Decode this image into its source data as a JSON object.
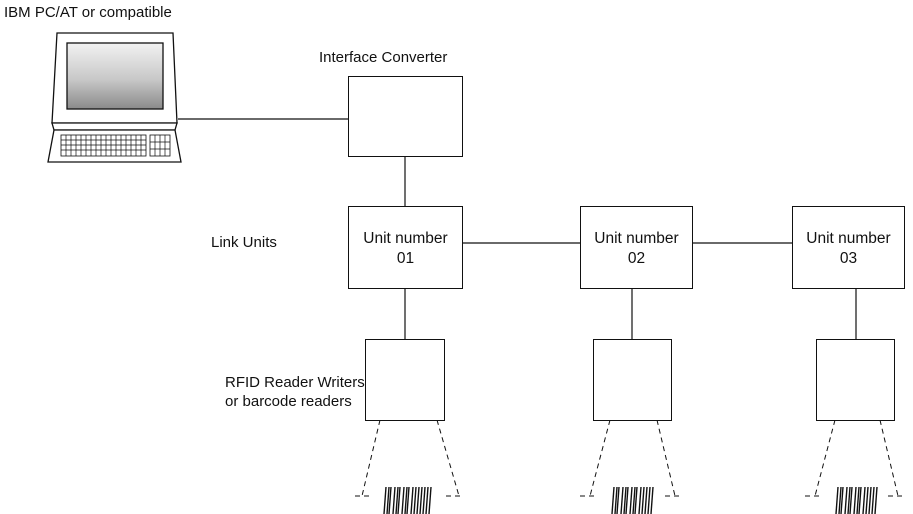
{
  "computer": {
    "label": "IBM PC/AT or compatible"
  },
  "converter": {
    "label": "Interface Converter"
  },
  "link_units": {
    "label": "Link Units",
    "units": [
      {
        "title": "Unit number",
        "number": "01"
      },
      {
        "title": "Unit number",
        "number": "02"
      },
      {
        "title": "Unit number",
        "number": "03"
      }
    ]
  },
  "readers": {
    "label_line1": "RFID Reader Writers",
    "label_line2": "or barcode readers"
  },
  "colors": {
    "line": "#111111",
    "screen_grad_top": "#f4f4f4",
    "screen_grad_bottom": "#8c8c8c"
  }
}
